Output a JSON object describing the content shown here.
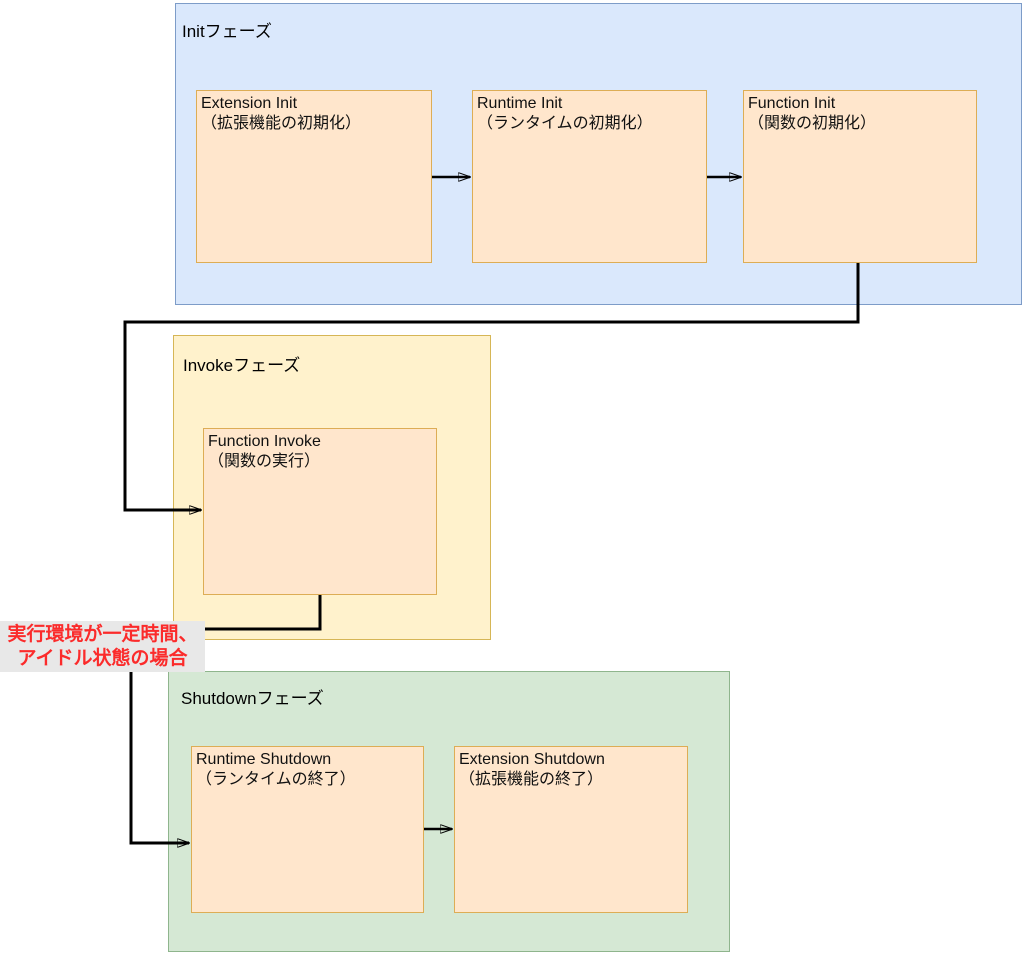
{
  "colors": {
    "init-fill": "#dae8fc",
    "init-border": "#7d9cc8",
    "invoke-fill": "#fff2cc",
    "invoke-border": "#d6b656",
    "shutdown-fill": "#d5e8d4",
    "shutdown-border": "#8fb58d",
    "task-fill": "#ffe6cc",
    "task-border": "#ddad55",
    "connector": "#000000",
    "annotation-bg": "#e8e8e8",
    "annotation-text": "#fb2b2b"
  },
  "phases": {
    "init": {
      "label": "Initフェーズ",
      "boxes": {
        "extension_init": {
          "title": "Extension Init",
          "subtitle": "（拡張機能の初期化）"
        },
        "runtime_init": {
          "title": "Runtime Init",
          "subtitle": "（ランタイムの初期化）"
        },
        "function_init": {
          "title": "Function Init",
          "subtitle": "（関数の初期化）"
        }
      }
    },
    "invoke": {
      "label": "Invokeフェーズ",
      "boxes": {
        "function_invoke": {
          "title": "Function Invoke",
          "subtitle": "（関数の実行）"
        }
      }
    },
    "shutdown": {
      "label": "Shutdownフェーズ",
      "boxes": {
        "runtime_shutdown": {
          "title": "Runtime Shutdown",
          "subtitle": "（ランタイムの終了）"
        },
        "extension_shutdown": {
          "title": "Extension Shutdown",
          "subtitle": "（拡張機能の終了）"
        }
      }
    }
  },
  "annotation": {
    "line1": "実行環境が一定時間、",
    "line2": "アイドル状態の場合"
  }
}
